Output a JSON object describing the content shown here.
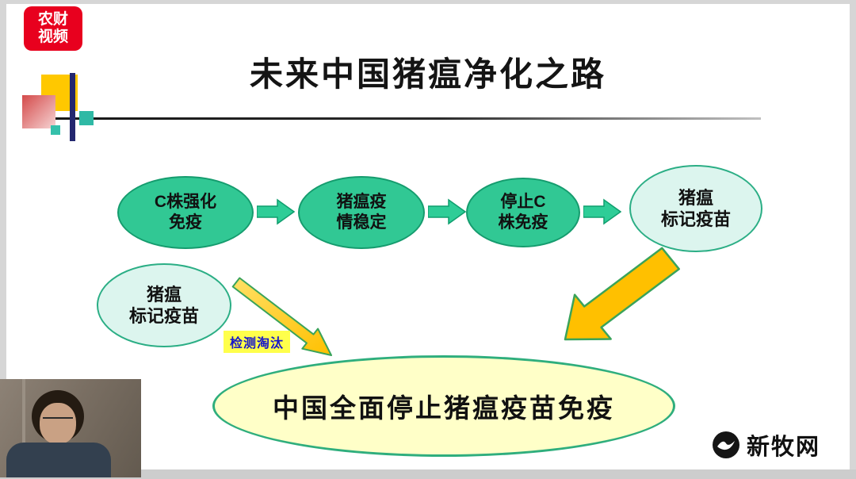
{
  "logo": {
    "text": "农财\n视频",
    "bg_color": "#e8001e"
  },
  "title": "未来中国猪瘟净化之路",
  "flow": {
    "node1": "C株强化\n免疫",
    "node2": "猪瘟疫\n情稳定",
    "node3": "停止C\n株免疫",
    "node4": "猪瘟\n标记疫苗",
    "node5": "猪瘟\n标记疫苗",
    "edge_label": "检测淘汰",
    "result": "中国全面停止猪瘟疫苗免疫"
  },
  "watermark": {
    "text": "新牧网"
  },
  "colors": {
    "node_green": "#31c894",
    "node_green_border": "#159c6e",
    "node_light": "#dcf5ee",
    "node_light_border": "#2bae85",
    "arrow_yellow": "#ffc000",
    "arrow_green_border": "#3aa35a",
    "result_fill": "#ffffc8",
    "result_border": "#2fae7d",
    "edge_label_text": "#1515cc",
    "edge_label_highlight": "#ffff4b",
    "logo_red": "#e8001e",
    "deco_yellow": "#ffc800",
    "deco_navy": "#23276f"
  }
}
